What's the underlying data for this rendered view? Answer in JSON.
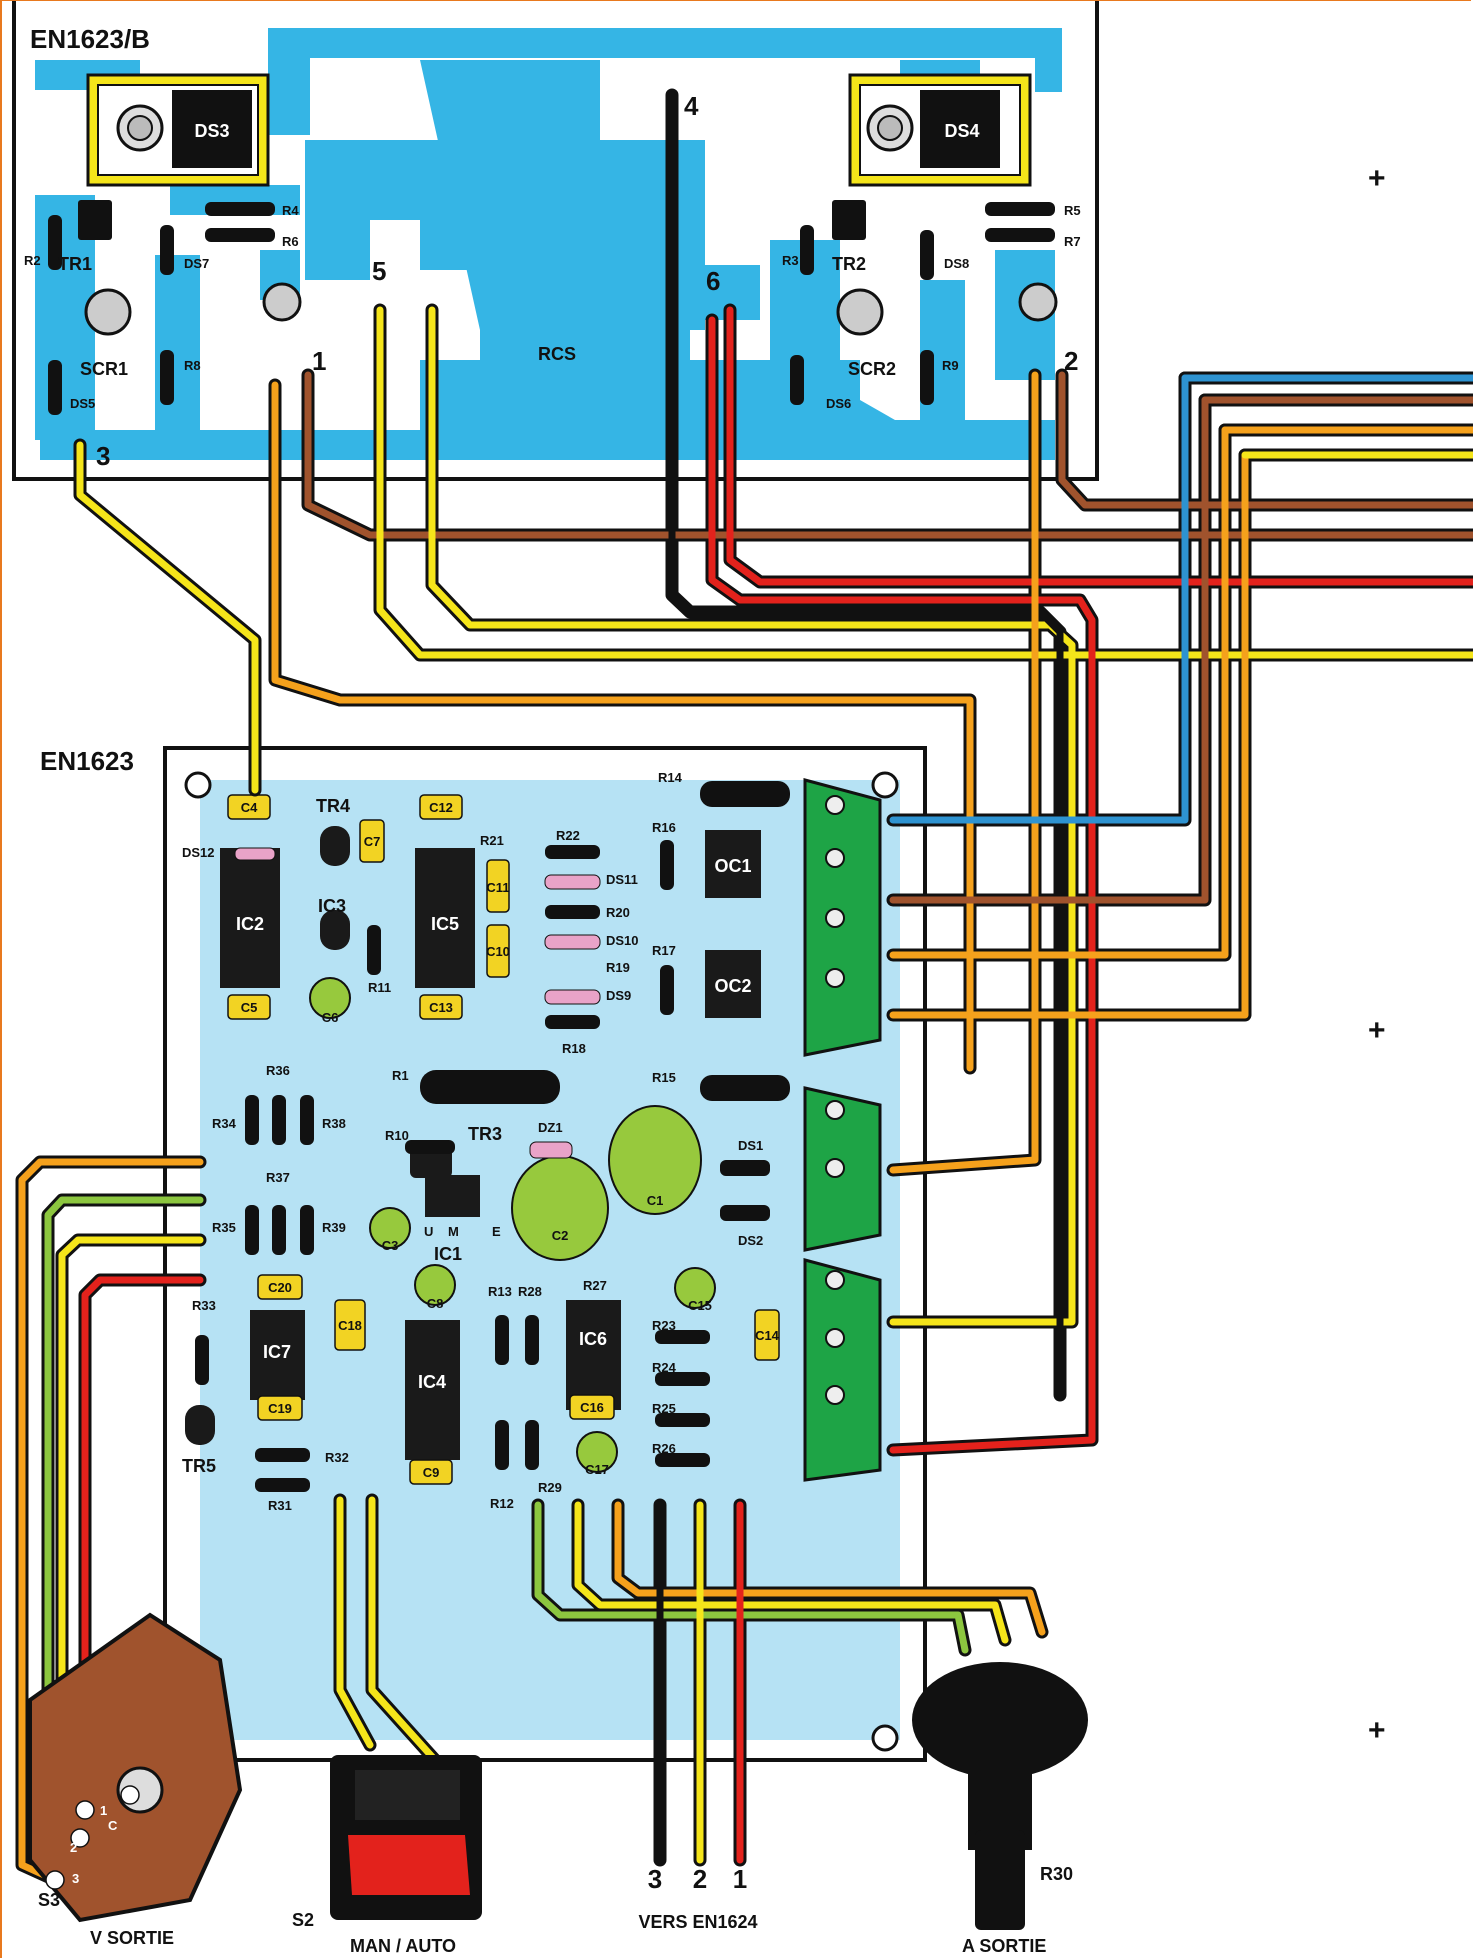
{
  "boards": {
    "power_board": "EN1623/B",
    "control_board": "EN1623"
  },
  "power_board": {
    "components": {
      "ds3": "DS3",
      "ds4": "DS4",
      "tr1": "TR1",
      "tr2": "TR2",
      "scr1": "SCR1",
      "scr2": "SCR2",
      "rcs": "RCS",
      "r2": "R2",
      "r3": "R3",
      "r4": "R4",
      "r5": "R5",
      "r6": "R6",
      "r7": "R7",
      "r8": "R8",
      "r9": "R9",
      "ds5": "DS5",
      "ds6": "DS6",
      "ds7": "DS7",
      "ds8": "DS8"
    },
    "terminals": {
      "t1": "1",
      "t2": "2",
      "t3": "3",
      "t4": "4",
      "t5": "5",
      "t6": "6"
    }
  },
  "control_board": {
    "ics": {
      "ic1": "IC1",
      "ic2": "IC2",
      "ic3": "IC3",
      "ic4": "IC4",
      "ic5": "IC5",
      "ic6": "IC6",
      "ic7": "IC7",
      "oc1": "OC1",
      "oc2": "OC2"
    },
    "transistors": {
      "tr3": "TR3",
      "tr4": "TR4",
      "tr5": "TR5"
    },
    "capacitors": {
      "c1": "C1",
      "c2": "C2",
      "c3": "C3",
      "c4": "C4",
      "c5": "C5",
      "c6": "C6",
      "c7": "C7",
      "c8": "C8",
      "c9": "C9",
      "c10": "C10",
      "c11": "C11",
      "c12": "C12",
      "c13": "C13",
      "c14": "C14",
      "c15": "C15",
      "c16": "C16",
      "c17": "C17",
      "c18": "C18",
      "c19": "C19",
      "c20": "C20"
    },
    "resistors": {
      "r1": "R1",
      "r10": "R10",
      "r11": "R11",
      "r12": "R12",
      "r13": "R13",
      "r14": "R14",
      "r15": "R15",
      "r16": "R16",
      "r17": "R17",
      "r18": "R18",
      "r19": "R19",
      "r20": "R20",
      "r21": "R21",
      "r22": "R22",
      "r23": "R23",
      "r24": "R24",
      "r25": "R25",
      "r26": "R26",
      "r27": "R27",
      "r28": "R28",
      "r29": "R29",
      "r31": "R31",
      "r32": "R32",
      "r33": "R33",
      "r34": "R34",
      "r35": "R35",
      "r36": "R36",
      "r37": "R37",
      "r38": "R38",
      "r39": "R39"
    },
    "diodes": {
      "ds1": "DS1",
      "ds2": "DS2",
      "ds9": "DS9",
      "ds10": "DS10",
      "ds11": "DS11",
      "ds12": "DS12",
      "dz1": "DZ1"
    },
    "ic1_pins": {
      "u": "U",
      "m": "M",
      "e": "E"
    }
  },
  "external": {
    "s3": "S3",
    "v_sortie": "V SORTIE",
    "s3_pins": {
      "p1": "1",
      "p2": "2",
      "p3": "3",
      "c": "C"
    },
    "s2": "S2",
    "man_auto": "MAN / AUTO",
    "vers_numbers": {
      "n3": "3",
      "n2": "2",
      "n1": "1"
    },
    "vers_label": "VERS EN1624",
    "r30": "R30",
    "a_sortie": "A SORTIE"
  },
  "colors": {
    "pcb": "#35b5e5",
    "control_pcb": "#b6e2f4",
    "ic_body": "#1a1a1a",
    "capacitor": "#f2d323",
    "electrolytic": "#97c93d",
    "terminal_block": "#1ea446",
    "wire_yellow": "#f5e51a",
    "wire_orange": "#f5a11c",
    "wire_brown": "#a0532d",
    "wire_red": "#e3221c",
    "wire_black": "#111111",
    "wire_blue": "#2e93d1",
    "wire_green": "#8cc63f",
    "frame": "#e8791e"
  },
  "registration_marks": [
    "+",
    "+",
    "+"
  ]
}
